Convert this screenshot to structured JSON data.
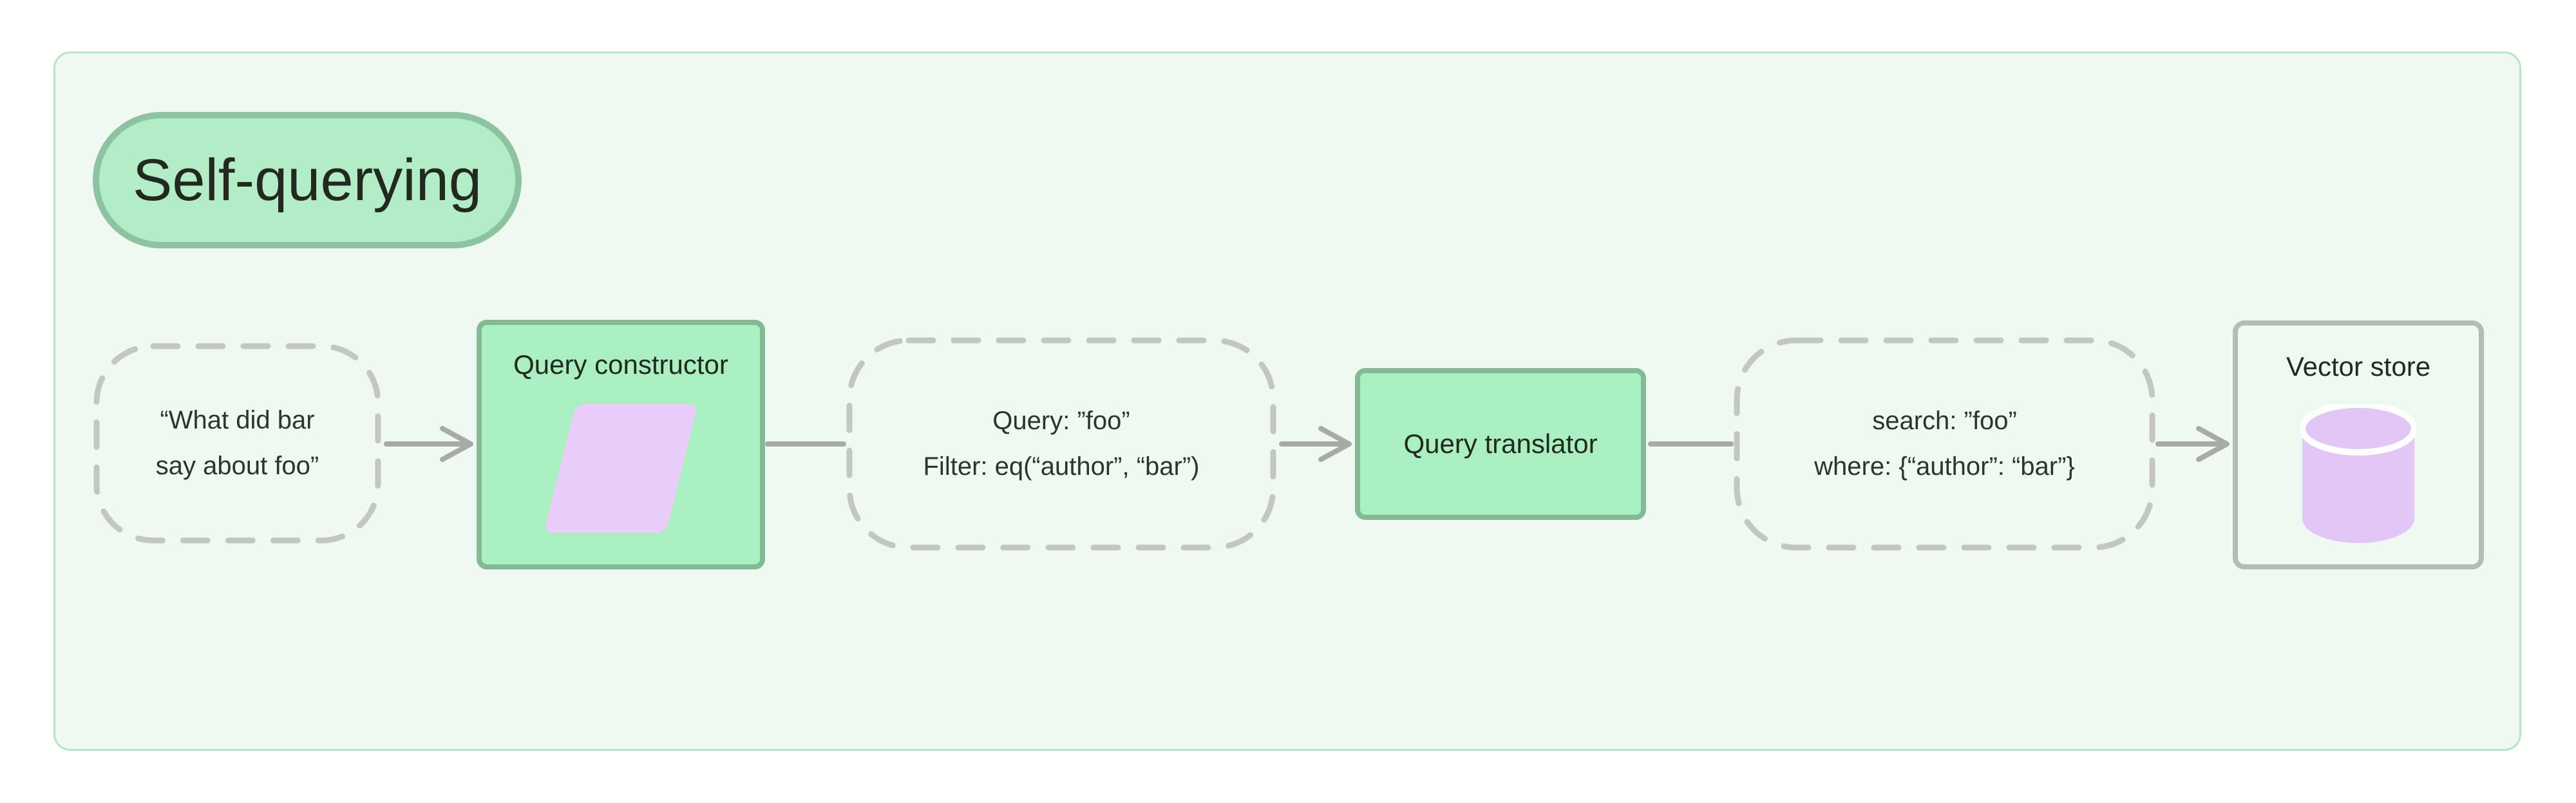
{
  "header": {
    "title": "Self-querying"
  },
  "flow": {
    "input": {
      "line1": "“What did bar",
      "line2": "say about foo”"
    },
    "query_constructor": {
      "label": "Query constructor",
      "icon": "parallelogram-icon"
    },
    "structured_query": {
      "line1": "Query: ”foo”",
      "line2": "Filter: eq(“author”, “bar”)"
    },
    "query_translator": {
      "label": "Query translator"
    },
    "translated_query": {
      "line1": "search: ”foo”",
      "line2": "where: {“author”: “bar”}"
    },
    "vector_store": {
      "label": "Vector store",
      "icon": "database-icon"
    }
  },
  "colors": {
    "panel_background": "#eff9f1",
    "panel_border": "#b7e5c6",
    "pill_background": "#b3edc7",
    "pill_border": "#8ec3a1",
    "green_box_background": "#a9efc1",
    "green_box_border": "#83ba95",
    "dashed_border": "#c3c6c3",
    "connector": "#a8aaa8",
    "icon_purple": "#e7cdf8",
    "outlined_box_border": "#b5bbb7",
    "text": "#2d332e"
  }
}
